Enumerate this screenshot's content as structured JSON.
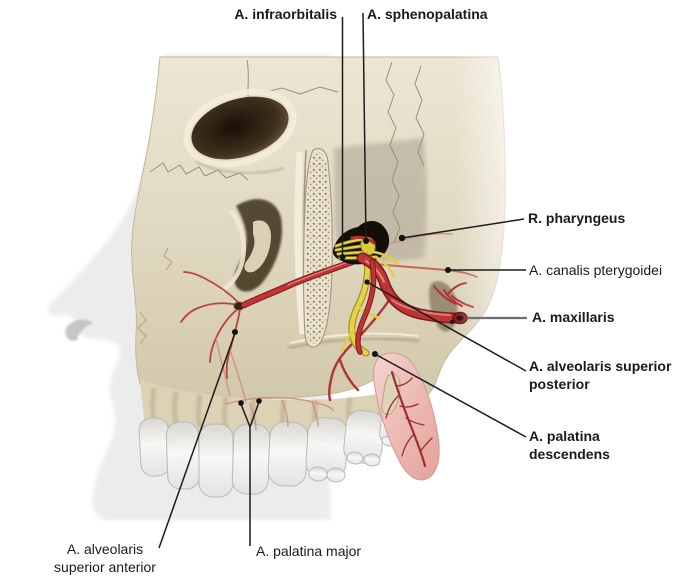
{
  "figure": {
    "kind": "anatomical-diagram",
    "colors": {
      "background": "#ffffff",
      "bone": "#e4ddc8",
      "bone_shadow": "#b3a78a",
      "artery": "#bf3434",
      "artery_dark": "#7e1b1b",
      "nerve_yellow": "#e5d44a",
      "fossa_black": "#140e07",
      "flap_pink": "#efc5bf",
      "silhouette_gray": "#ececec",
      "leader_line": "#1c1c1c",
      "label_text": "#1a1a1a"
    }
  },
  "labels": {
    "infraorbitalis": "A. infraorbitalis",
    "sphenopalatina": "A. sphenopalatina",
    "pharyngeus": "R. pharyngeus",
    "canalis_pterygoidei": "A. canalis pterygoidei",
    "maxillaris": "A. maxillaris",
    "alveolaris_superior_posterior": "A. alveolaris superior posterior",
    "palatina_descendens": "A. palatina descendens",
    "alveolaris_superior_anterior": "A. alveolaris superior anterior",
    "palatina_major": "A. palatina major"
  }
}
